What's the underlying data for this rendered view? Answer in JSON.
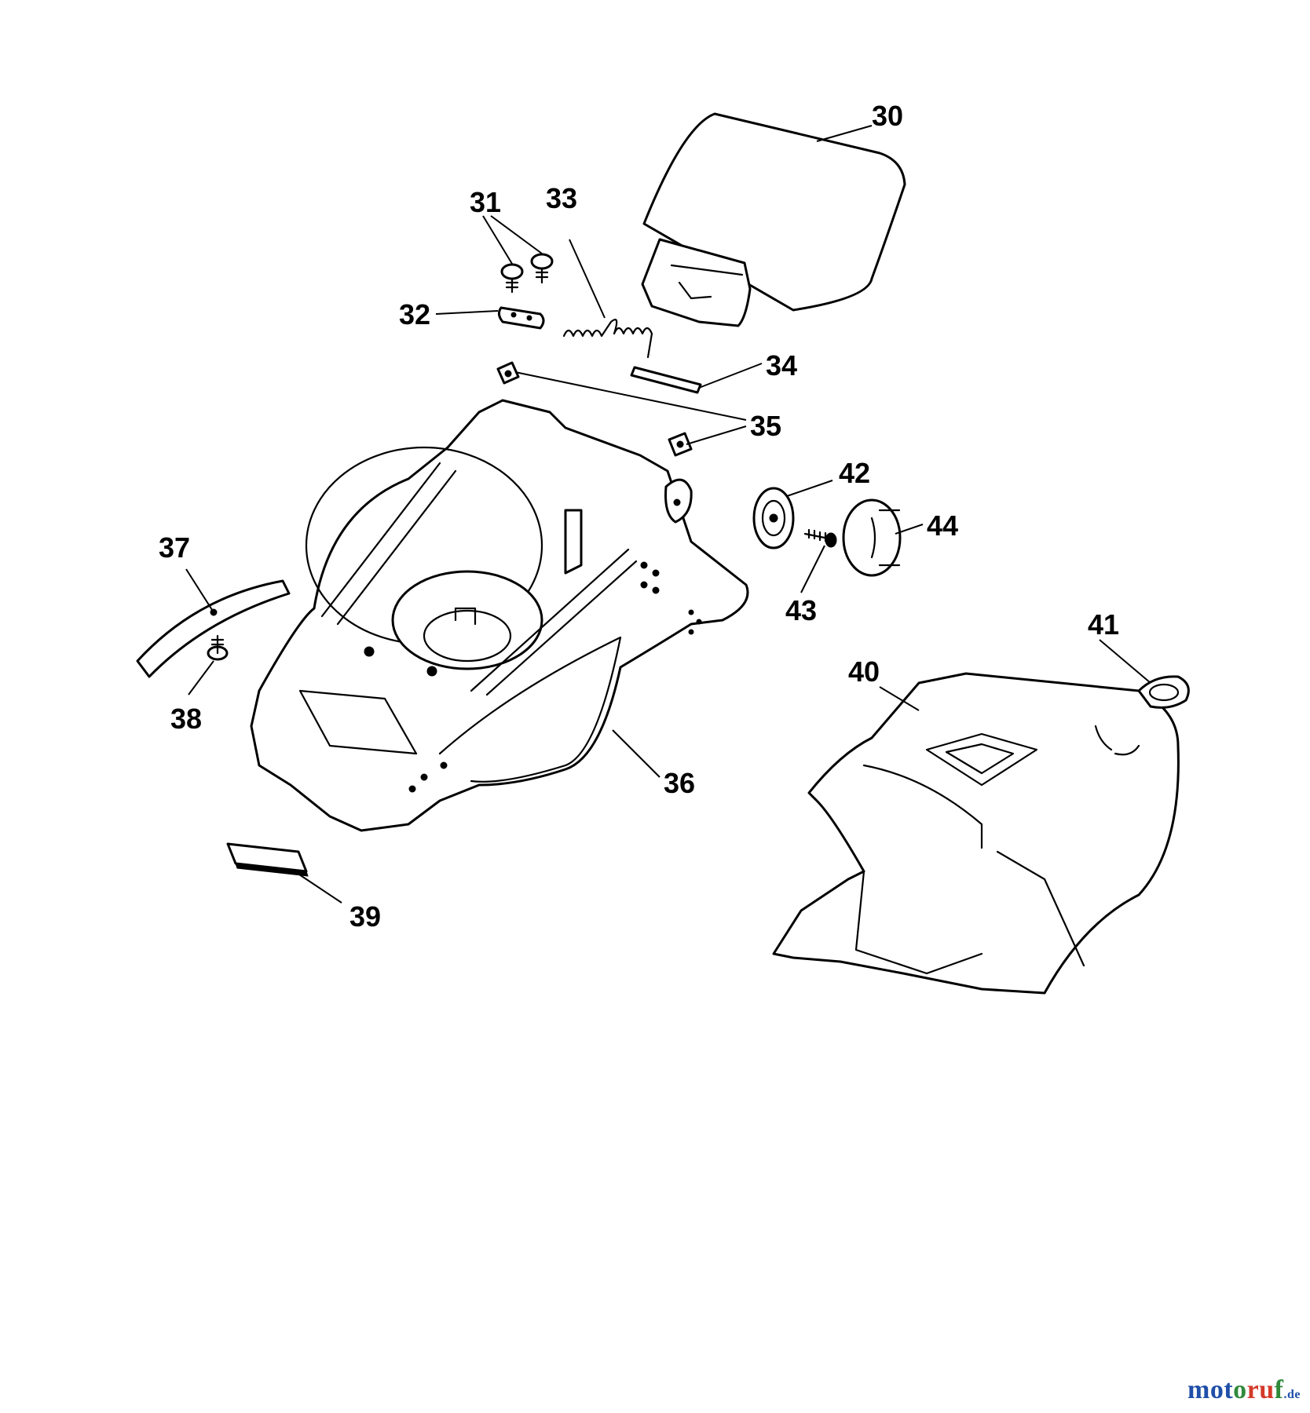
{
  "diagram": {
    "callouts": [
      {
        "id": "30"
      },
      {
        "id": "31"
      },
      {
        "id": "32"
      },
      {
        "id": "33"
      },
      {
        "id": "34"
      },
      {
        "id": "35"
      },
      {
        "id": "36"
      },
      {
        "id": "37"
      },
      {
        "id": "38"
      },
      {
        "id": "39"
      },
      {
        "id": "40"
      },
      {
        "id": "41"
      },
      {
        "id": "42"
      },
      {
        "id": "43"
      },
      {
        "id": "44"
      }
    ]
  },
  "watermark": {
    "part1": "mot",
    "part2": "o",
    "part3": "ru",
    "part4": "f",
    "suffix": ".de"
  }
}
